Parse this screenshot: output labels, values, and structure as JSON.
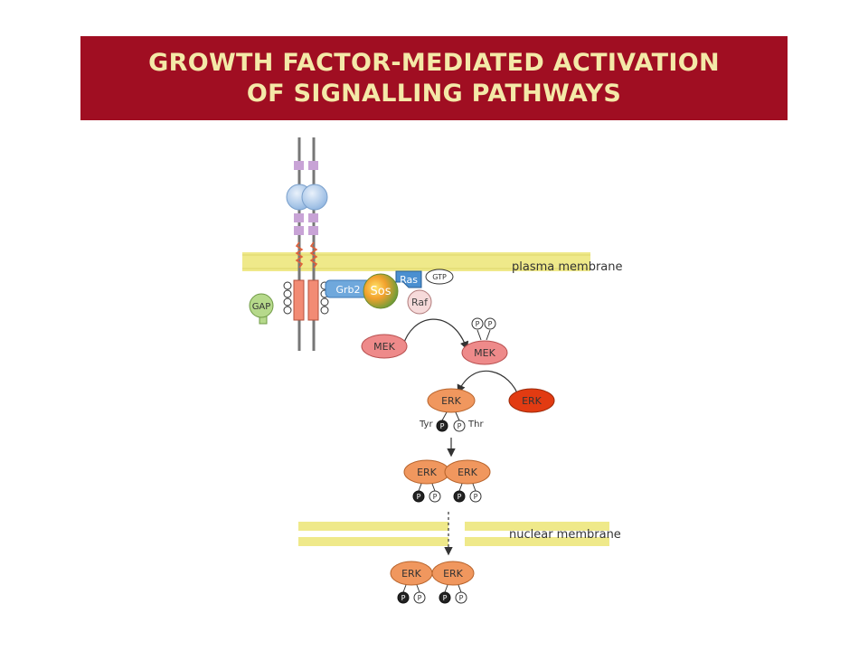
{
  "slide": {
    "title_line1": "GROWTH FACTOR-MEDIATED ACTIVATION",
    "title_line2": "OF SIGNALLING PATHWAYS"
  },
  "diagram": {
    "membrane_labels": {
      "plasma": "plasma membrane",
      "nuclear": "nuclear membrane"
    },
    "proteins": {
      "grb2": "Grb2",
      "sos": "Sos",
      "ras": "Ras",
      "gtp": "GTP",
      "raf": "Raf",
      "gap": "GAP",
      "mek_inactive": "MEK",
      "mek_active": "MEK",
      "erk_inactive": "ERK",
      "erk_active": "ERK",
      "erk_dimer_a": "ERK",
      "erk_dimer_b": "ERK",
      "erk_nuclear_a": "ERK",
      "erk_nuclear_b": "ERK"
    },
    "phospho_label": "P",
    "residues": {
      "tyr": "Tyr",
      "thr": "Thr"
    },
    "colors": {
      "banner": "#a00e22",
      "title_text": "#f4e9a8",
      "membrane": "#efe98a",
      "erk_orange": "#f0975e",
      "erk_red": "#e23b12",
      "mek_pink": "#ee8a8a",
      "ras_blue": "#4a8fd0",
      "grb2_blue": "#6fa8dc",
      "gap_green": "#b6d98b"
    }
  }
}
